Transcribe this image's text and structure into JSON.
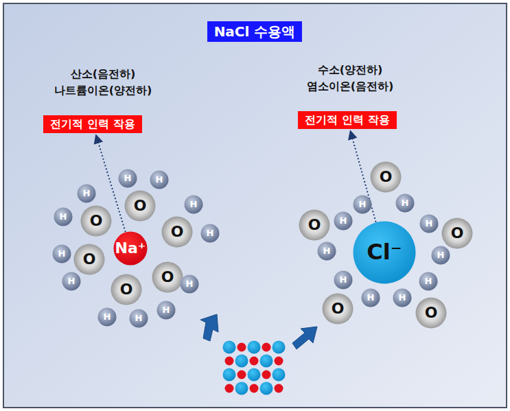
{
  "diagram": {
    "title": "NaCl 수용액",
    "nodes": [
      {
        "text": [
          "NaCl 수용액"
        ]
      },
      {
        "text": [
          "전기적 인력 작용"
        ]
      },
      {
        "text": [
          "전기적 인력 작용"
        ]
      },
      {
        "text": [
          "Na⁺"
        ]
      },
      {
        "text": [
          "Cl⁻"
        ]
      },
      {
        "text": [
          "O"
        ]
      },
      {
        "text": [
          "O"
        ]
      },
      {
        "text": [
          "O"
        ]
      },
      {
        "text": [
          "O"
        ]
      },
      {
        "text": [
          "O"
        ]
      },
      {
        "text": [
          "O"
        ]
      },
      {
        "text": [
          "H"
        ]
      },
      {
        "text": [
          "H"
        ]
      },
      {
        "text": [
          "H"
        ]
      },
      {
        "text": [
          "H"
        ]
      },
      {
        "text": [
          "H"
        ]
      },
      {
        "text": [
          "H"
        ]
      },
      {
        "text": [
          "H"
        ]
      },
      {
        "text": [
          "H"
        ]
      },
      {
        "text": [
          "H"
        ]
      },
      {
        "text": [
          "H"
        ]
      },
      {
        "text": [
          "H"
        ]
      },
      {
        "text": [
          "H"
        ]
      },
      {
        "text": [
          "O"
        ]
      },
      {
        "text": [
          "O"
        ]
      },
      {
        "text": [
          "O"
        ]
      },
      {
        "text": [
          "O"
        ]
      },
      {
        "text": [
          "O"
        ]
      },
      {
        "text": [
          "H"
        ]
      },
      {
        "text": [
          "H"
        ]
      },
      {
        "text": [
          "H"
        ]
      },
      {
        "text": [
          "H"
        ]
      },
      {
        "text": [
          "H"
        ]
      },
      {
        "text": [
          "H"
        ]
      },
      {
        "text": [
          "H"
        ]
      },
      {
        "text": [
          "H"
        ]
      },
      {
        "text": [
          "H"
        ]
      },
      {
        "text": [
          "H"
        ]
      }
    ],
    "edges": [
      {
        "from": 3,
        "to": 1,
        "arrow": "to"
      },
      {
        "from": 4,
        "to": 2,
        "arrow": "to"
      }
    ],
    "labels": [
      "산소(음전하)",
      "나트륨이온(양전하)",
      "수소(양전하)",
      "염소이온(음전하)"
    ]
  }
}
